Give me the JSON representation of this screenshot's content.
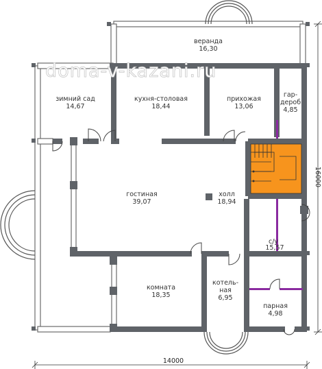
{
  "watermark": "doma-v-kazani.ru",
  "rooms": {
    "veranda": {
      "name": "веранда",
      "area": "16,30"
    },
    "winter_garden": {
      "name": "зимний сад",
      "area": "14,67"
    },
    "kitchen": {
      "name": "кухня-столовая",
      "area": "18,44"
    },
    "hallway": {
      "name": "прихожая",
      "area": "13,06"
    },
    "wardrobe": {
      "name_1": "гар-",
      "name_2": "дероб",
      "area": "4,85"
    },
    "living": {
      "name": "гостиная",
      "area": "39,07"
    },
    "hall": {
      "name": "холл",
      "area": "18,94"
    },
    "bathroom": {
      "name": "с/у",
      "area": "15,57"
    },
    "room": {
      "name": "комната",
      "area": "18,35"
    },
    "boiler": {
      "name_1": "котель-",
      "name_2": "ная",
      "area": "6,95"
    },
    "steam": {
      "name": "парная",
      "area": "4,98"
    }
  },
  "dimensions": {
    "width": "14000",
    "height": "16000"
  },
  "colors": {
    "wall": "#5f6368",
    "stair": "#f7941d",
    "partition": "#8a2aa0"
  }
}
